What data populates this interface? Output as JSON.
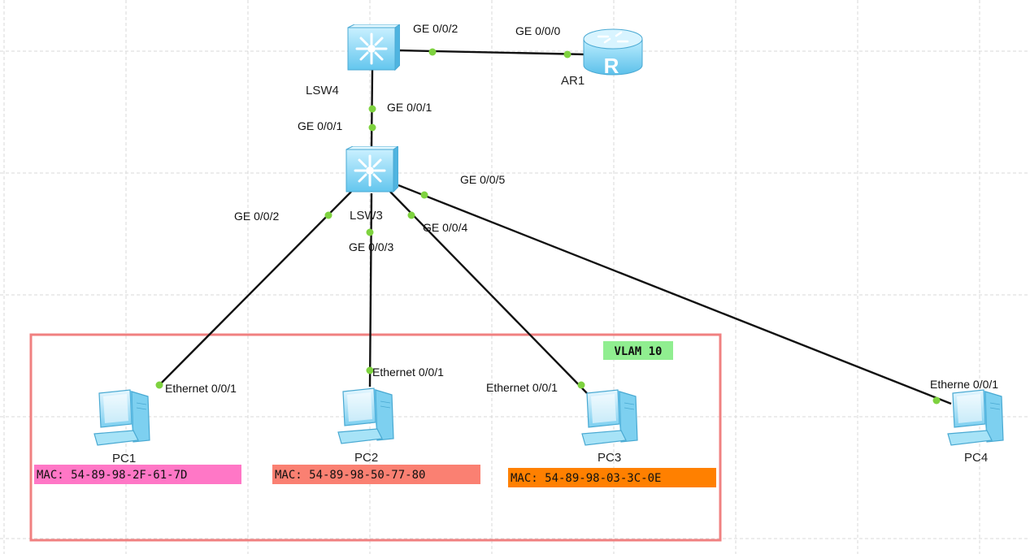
{
  "devices": {
    "lsw4": {
      "label": "LSW4",
      "kind": "switch-icon"
    },
    "lsw3": {
      "label": "LSW3",
      "kind": "switch-icon"
    },
    "ar1": {
      "label": "AR1",
      "kind": "router-icon",
      "glyph": "R"
    },
    "pc1": {
      "label": "PC1",
      "kind": "pc-icon"
    },
    "pc2": {
      "label": "PC2",
      "kind": "pc-icon"
    },
    "pc3": {
      "label": "PC3",
      "kind": "pc-icon"
    },
    "pc4": {
      "label": "PC4",
      "kind": "pc-icon"
    }
  },
  "links": [
    {
      "from": "LSW4",
      "to": "AR1",
      "from_port": "GE 0/0/2",
      "to_port": "GE 0/0/0"
    },
    {
      "from": "LSW4",
      "to": "LSW3",
      "from_port": "GE 0/0/1",
      "to_port": "GE 0/0/1"
    },
    {
      "from": "LSW3",
      "to": "PC1",
      "from_port": "GE 0/0/2",
      "to_port": "Ethernet 0/0/1"
    },
    {
      "from": "LSW3",
      "to": "PC2",
      "from_port": "GE 0/0/3",
      "to_port": "Ethernet 0/0/1"
    },
    {
      "from": "LSW3",
      "to": "PC3",
      "from_port": "GE 0/0/4",
      "to_port": "Ethernet 0/0/1"
    },
    {
      "from": "LSW3",
      "to": "PC4",
      "from_port": "GE 0/0/5",
      "to_port": "Etherne 0/0/1"
    }
  ],
  "vlan_group": {
    "label": "VLAM 10",
    "color": "#90ee90",
    "border_color": "#f08080"
  },
  "mac_labels": [
    {
      "text": "MAC: 54-89-98-2F-61-7D",
      "color": "#ff77c6"
    },
    {
      "text": "MAC: 54-89-98-50-77-80",
      "color": "#fa8072"
    },
    {
      "text": "MAC: 54-89-98-03-3C-0E",
      "color": "#ff8000"
    }
  ],
  "colors": {
    "grid": "#d9d9d9",
    "link": "#111111",
    "port_dot": "#7ed23f",
    "device": "#7fd3f2"
  }
}
